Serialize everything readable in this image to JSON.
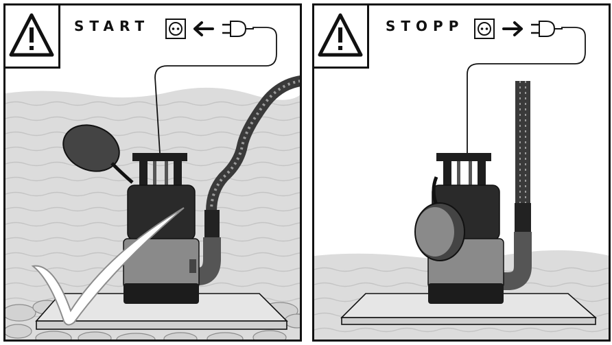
{
  "panels": [
    {
      "caption": "START",
      "arrow": "left",
      "state": "pump running, float raised"
    },
    {
      "caption": "STOPP",
      "arrow": "right",
      "state": "pump stopped, float lowered"
    }
  ],
  "icons": {
    "warning": "warning-triangle-icon",
    "socket": "power-socket-icon",
    "plug": "power-plug-icon",
    "arrow_left": "arrow-left-icon",
    "arrow_right": "arrow-right-icon",
    "check": "checkmark-icon"
  },
  "colors": {
    "line": "#111111",
    "water": "#dcdcdc",
    "pump_dark": "#2a2a2a",
    "pump_mid": "#8a8a8a",
    "stones": "#d2d2d2"
  }
}
